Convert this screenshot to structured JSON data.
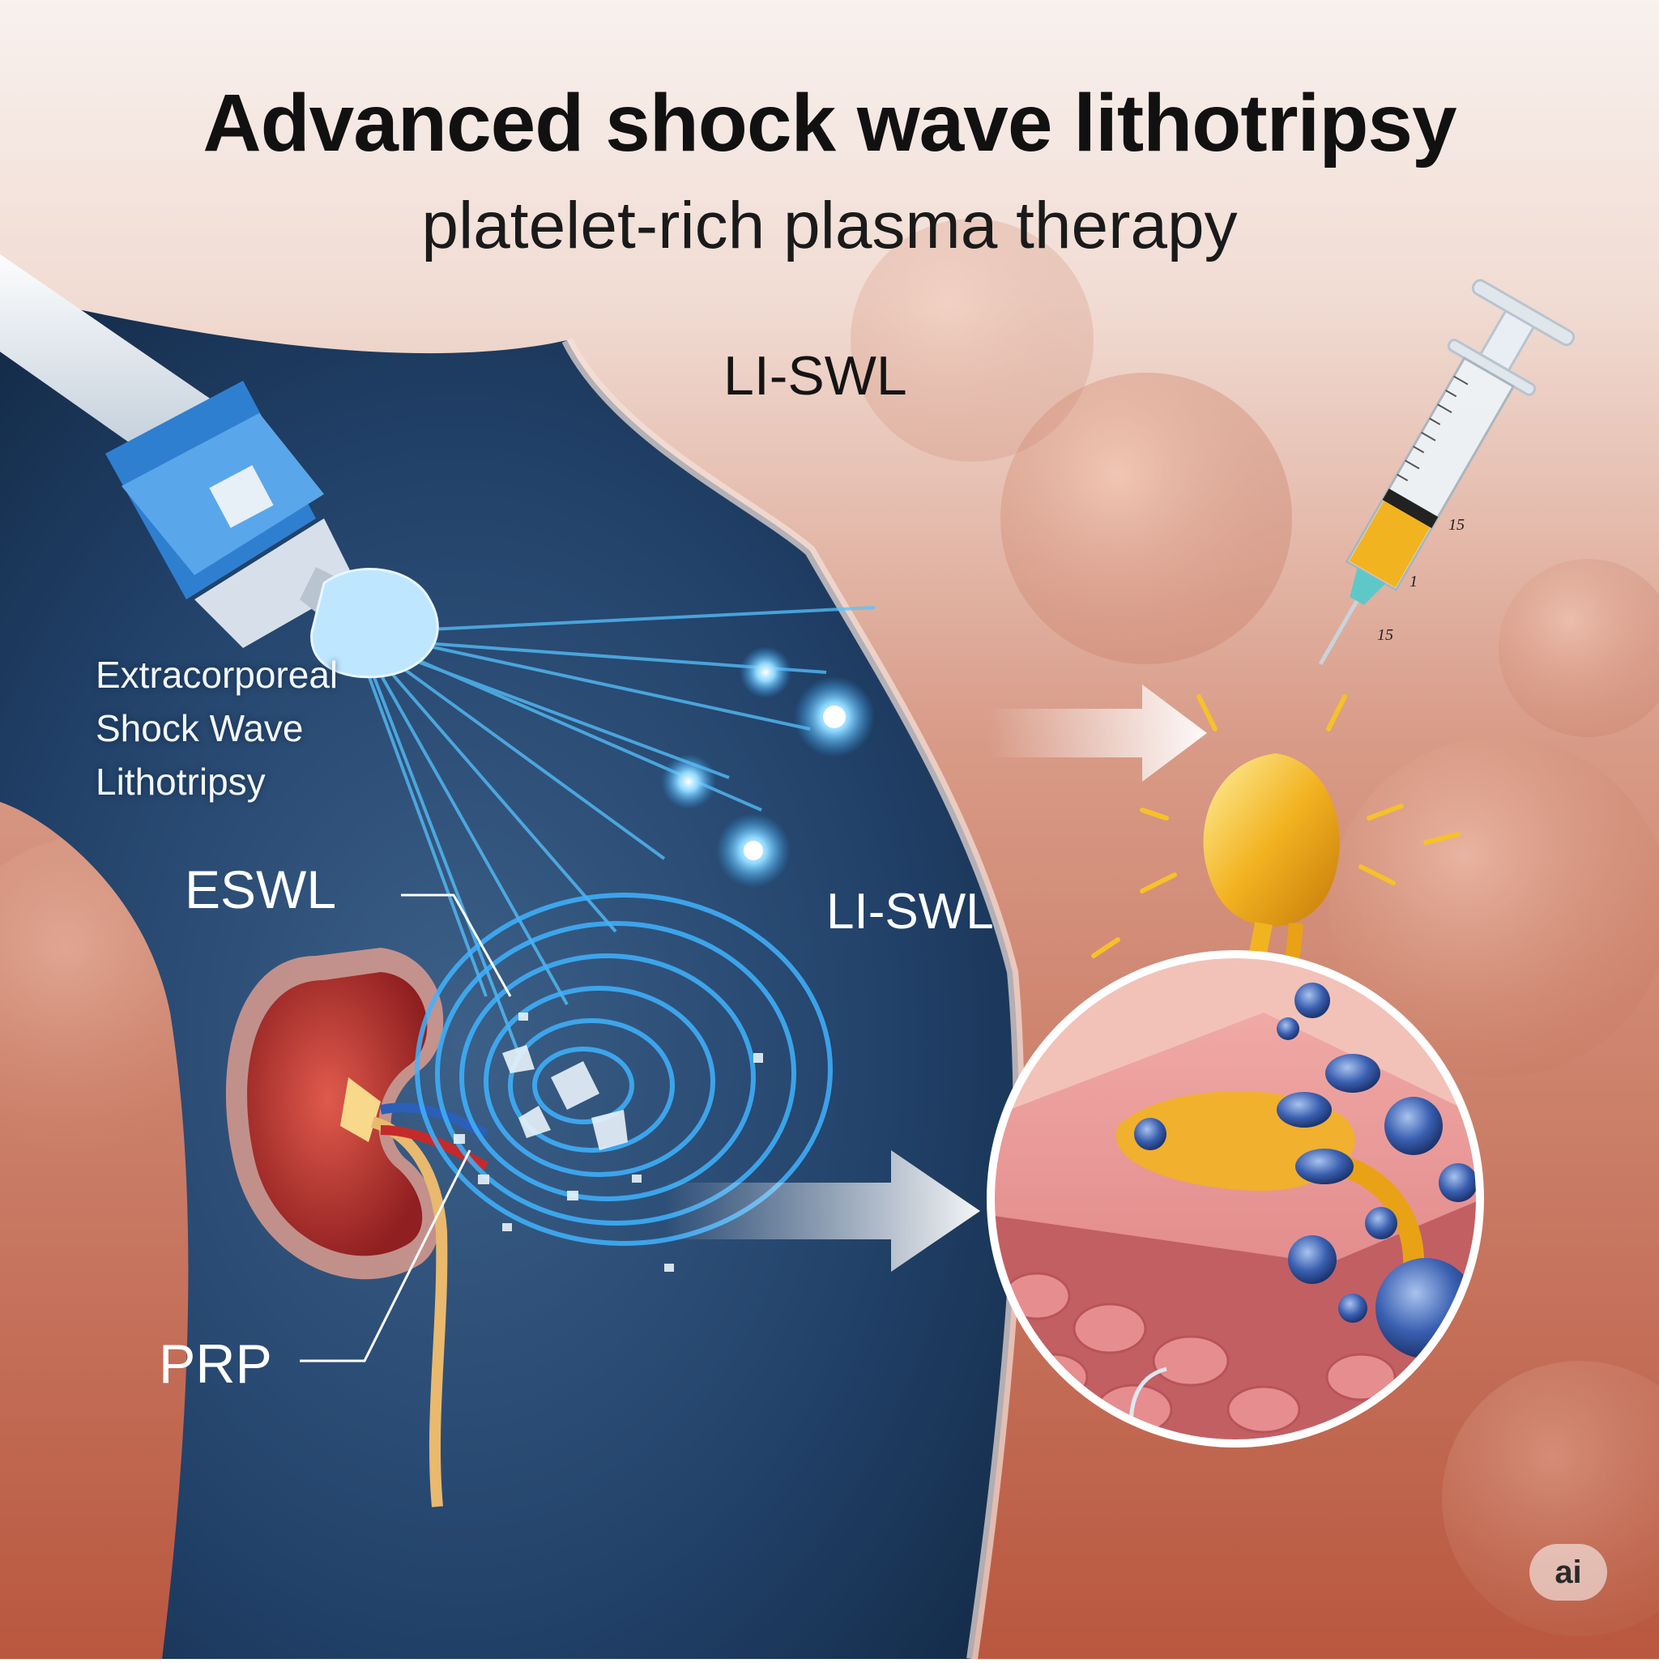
{
  "title": "Advanced shock wave lithotripsy",
  "subtitle": "platelet-rich plasma therapy",
  "labels": {
    "li_swl_top": "LI-SWL",
    "extracorporeal": [
      "Extracorporeal",
      "Shock Wave",
      "Lithotripsy"
    ],
    "eswl": "ESWL",
    "li_swl_mid": "LI-SWL",
    "prp": "PRP"
  },
  "syringe_scale": [
    "15",
    "1",
    "15"
  ],
  "badge": "ai",
  "colors": {
    "background_warm": "#c9745f",
    "body_silhouette": "#1f3f63",
    "shock_wave": "#3fb3ff",
    "kidney": "#b0302c",
    "prp_gold": "#f2b321",
    "tissue": "#d9787a",
    "platelet": "#3a5fb0"
  }
}
